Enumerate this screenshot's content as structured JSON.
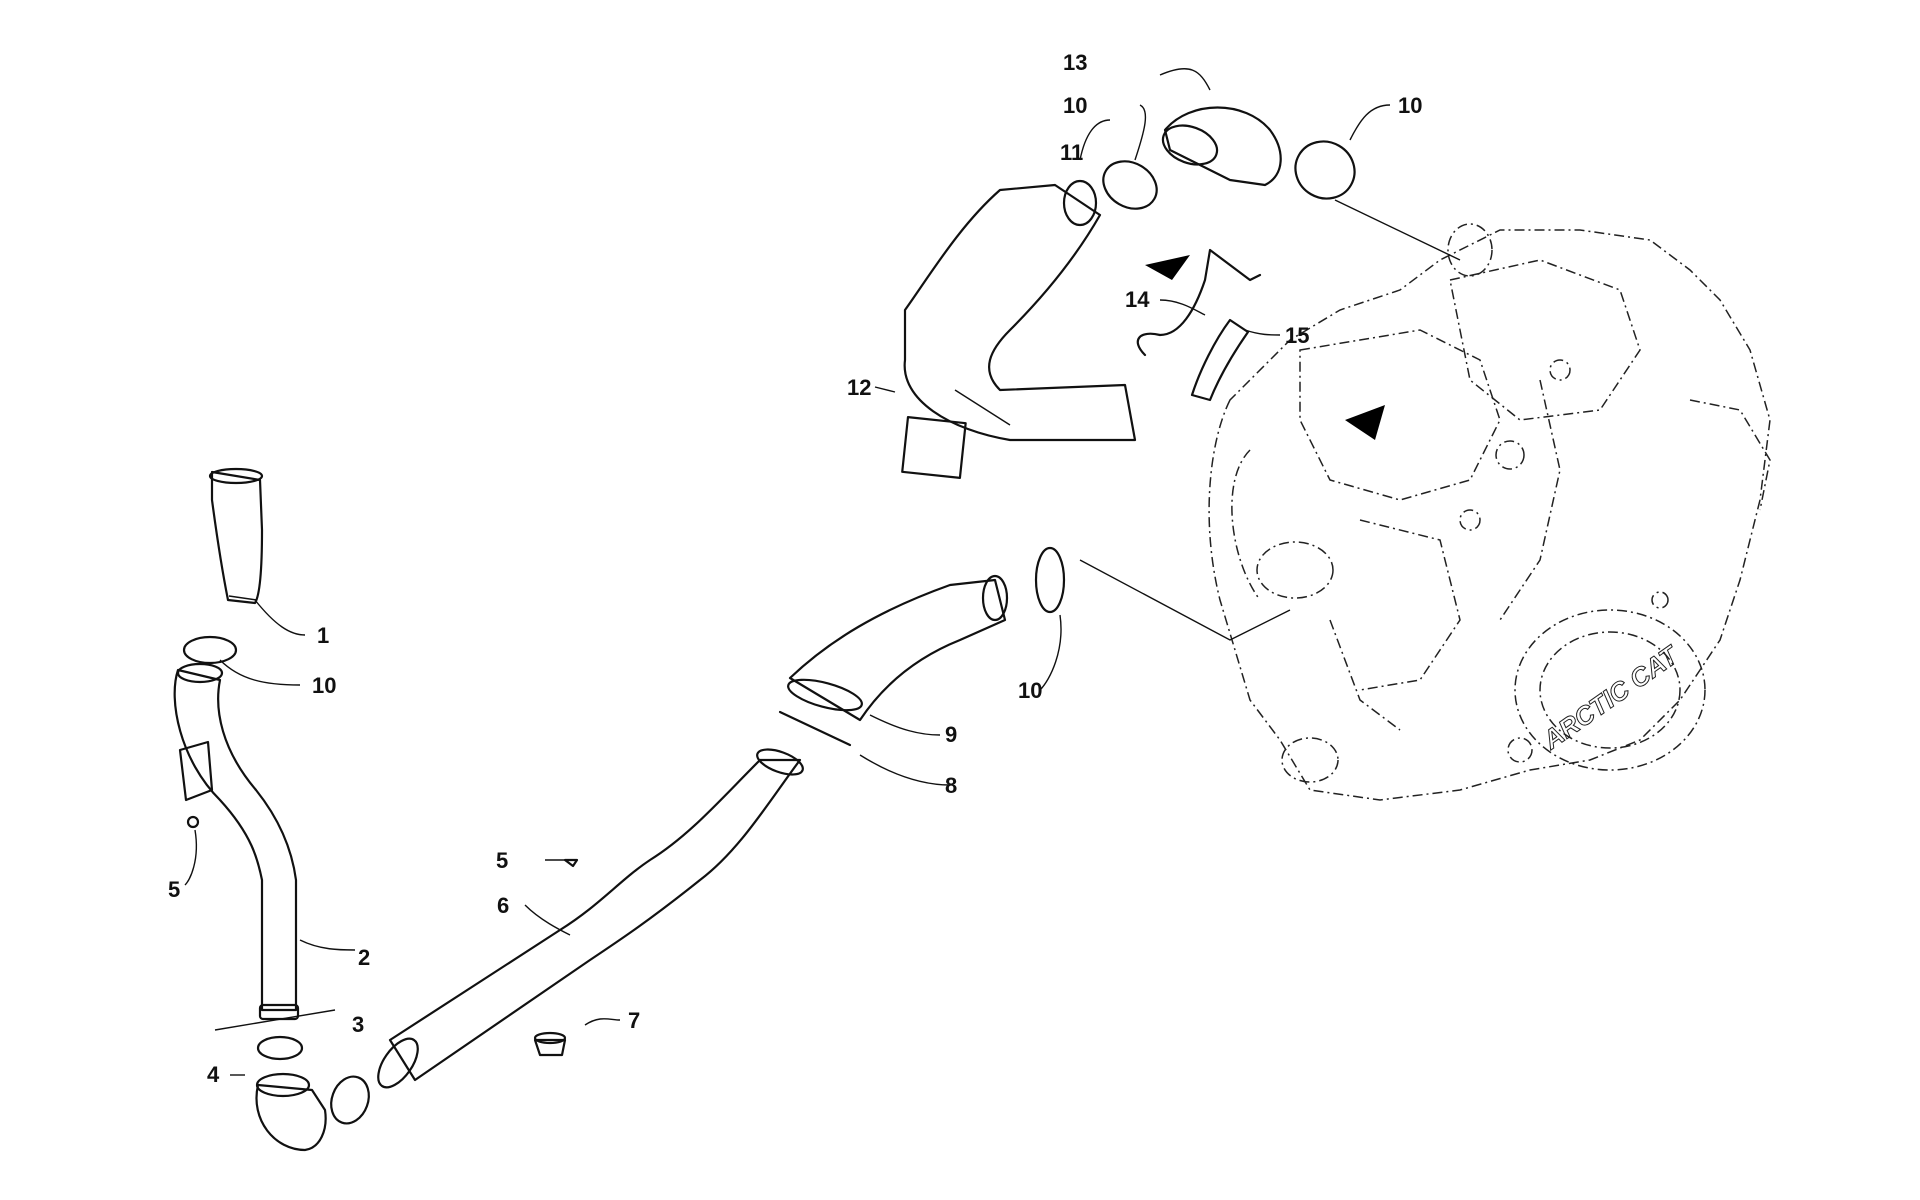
{
  "engine_brand": "ARCTIC CAT",
  "callouts": [
    {
      "id": "c1",
      "label": "1"
    },
    {
      "id": "c2",
      "label": "2"
    },
    {
      "id": "c3",
      "label": "3"
    },
    {
      "id": "c4",
      "label": "4"
    },
    {
      "id": "c5a",
      "label": "5"
    },
    {
      "id": "c5b",
      "label": "5"
    },
    {
      "id": "c6",
      "label": "6"
    },
    {
      "id": "c7",
      "label": "7"
    },
    {
      "id": "c8",
      "label": "8"
    },
    {
      "id": "c9",
      "label": "9"
    },
    {
      "id": "c10a",
      "label": "10"
    },
    {
      "id": "c10b",
      "label": "10"
    },
    {
      "id": "c10c",
      "label": "10"
    },
    {
      "id": "c10d",
      "label": "10"
    },
    {
      "id": "c11",
      "label": "11"
    },
    {
      "id": "c12",
      "label": "12"
    },
    {
      "id": "c13",
      "label": "13"
    },
    {
      "id": "c14",
      "label": "14"
    },
    {
      "id": "c15",
      "label": "15"
    }
  ]
}
